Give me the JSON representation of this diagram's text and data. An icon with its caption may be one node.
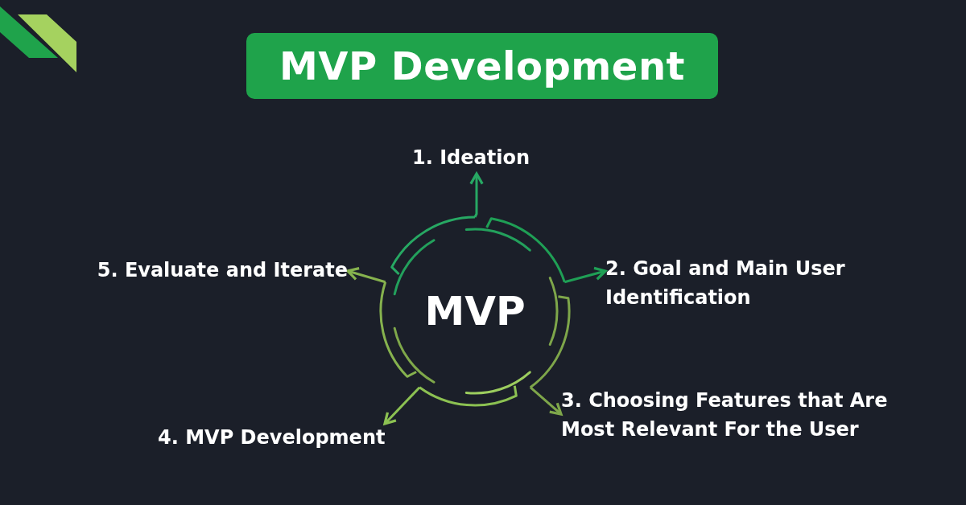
{
  "diagram": {
    "title": "MVP Development",
    "nodes": [
      {
        "text": [
          "MVP"
        ]
      },
      {
        "text": [
          "1. Ideation"
        ]
      },
      {
        "text": [
          "2. Goal and Main User Identification"
        ]
      },
      {
        "text": [
          "3. Choosing Features that Are Most Relevant For the User"
        ]
      },
      {
        "text": [
          "4. MVP Development"
        ]
      },
      {
        "text": [
          "5. Evaluate and Iterate"
        ]
      }
    ],
    "edges": [
      {
        "from": 0,
        "to": 1,
        "arrow": "to",
        "color": "#27a863"
      },
      {
        "from": 0,
        "to": 2,
        "arrow": "to",
        "color": "#1f9f55"
      },
      {
        "from": 0,
        "to": 3,
        "arrow": "to",
        "color": "#7ea64a"
      },
      {
        "from": 0,
        "to": 4,
        "arrow": "to",
        "color": "#8cc152"
      },
      {
        "from": 0,
        "to": 5,
        "arrow": "to",
        "color": "#86b24e"
      }
    ]
  }
}
